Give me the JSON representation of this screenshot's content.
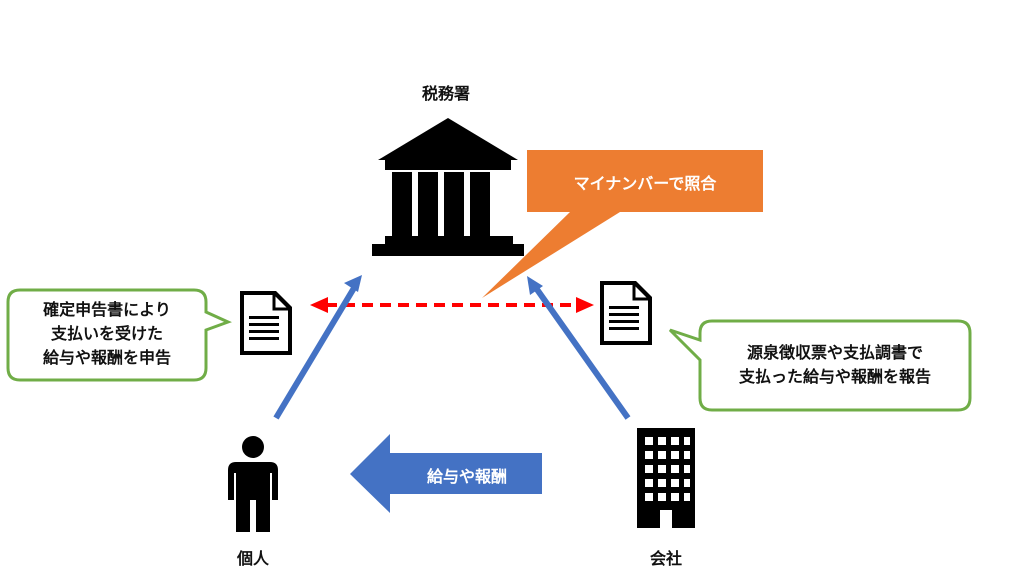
{
  "nodes": {
    "tax_office": "税務署",
    "individual": "個人",
    "company": "会社"
  },
  "callouts": {
    "matching": "マイナンバーで照合",
    "left": [
      "確定申告書により",
      "支払いを受けた",
      "給与や報酬を申告"
    ],
    "right": [
      "源泉徴収票や支払調書で",
      "支払った給与や報酬を報告"
    ]
  },
  "payment_arrow": "給与や報酬",
  "colors": {
    "blue_arrow": "#4472C4",
    "green_border": "#70AD47",
    "orange": "#ED7D31",
    "red_dash": "#FF0000"
  },
  "icons": [
    "bank-icon",
    "document-icon",
    "person-icon",
    "building-icon"
  ]
}
